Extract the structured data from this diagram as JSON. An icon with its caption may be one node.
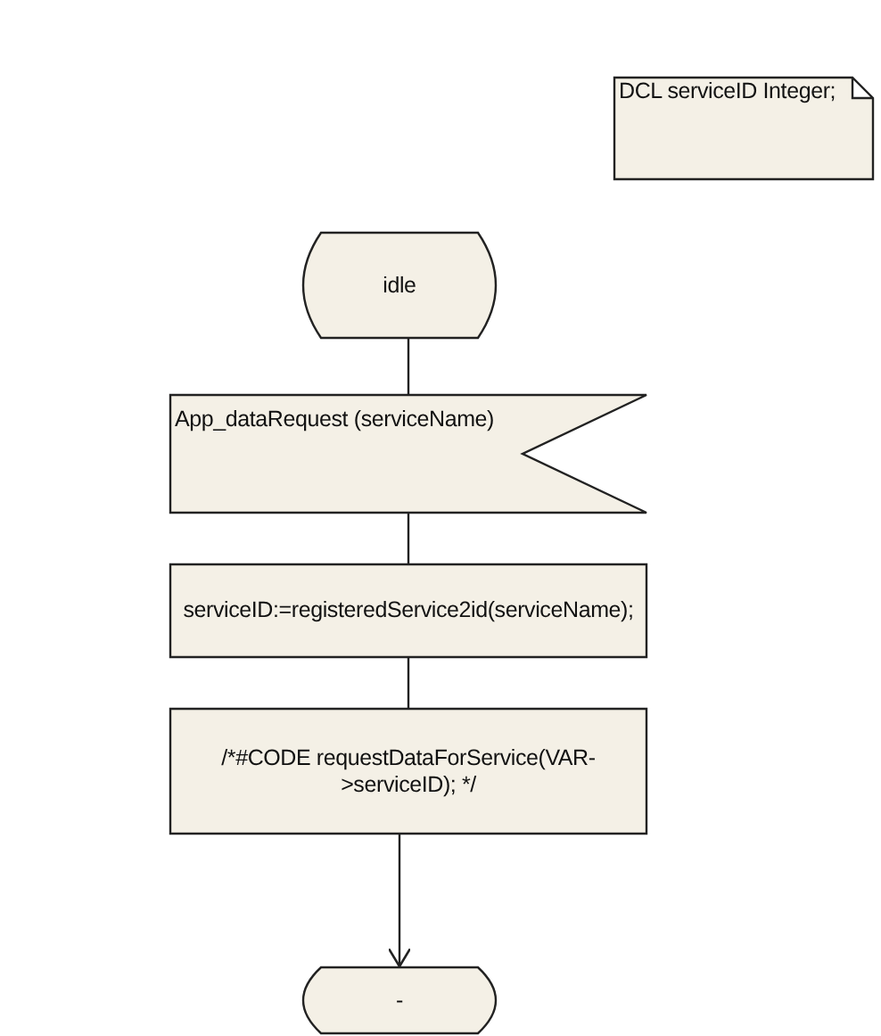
{
  "diagram": {
    "nodes": [
      {
        "text": [
          "DCL serviceID Integer;"
        ]
      },
      {
        "text": [
          "idle"
        ]
      },
      {
        "text": [
          "App_dataRequest (serviceName)"
        ]
      },
      {
        "text": [
          "serviceID:=registeredService2id(serviceName);"
        ]
      },
      {
        "text": [
          "/*#CODE requestDataForService(VAR->serviceID); */"
        ]
      },
      {
        "text": [
          "-"
        ]
      }
    ],
    "edges": [
      {
        "from": 1,
        "to": 2,
        "arrow": "none"
      },
      {
        "from": 2,
        "to": 3,
        "arrow": "none"
      },
      {
        "from": 3,
        "to": 4,
        "arrow": "none"
      },
      {
        "from": 4,
        "to": 5,
        "arrow": "to"
      }
    ]
  }
}
